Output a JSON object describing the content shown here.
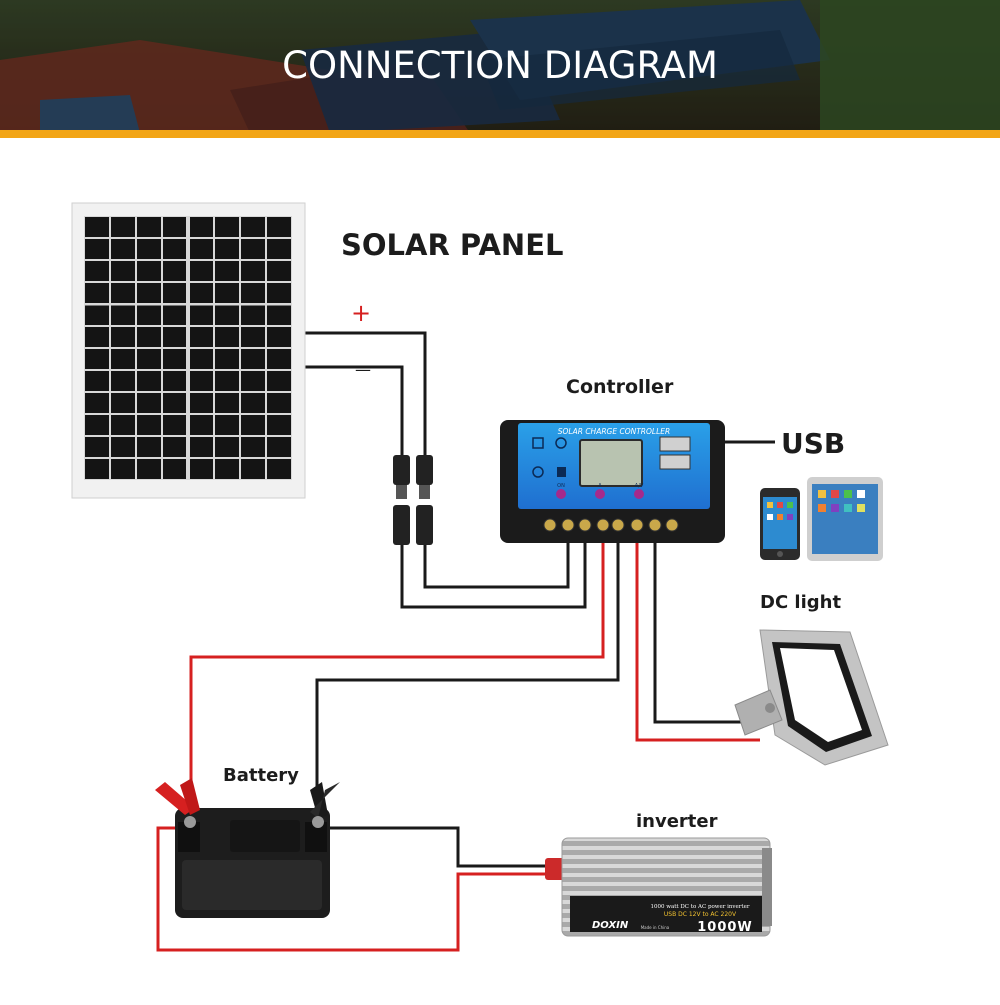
{
  "header": {
    "title": "CONNECTION  DIAGRAM",
    "accent_color": "#f2a516"
  },
  "labels": {
    "solar_panel": "SOLAR  PANEL",
    "plus": "+",
    "minus": "—",
    "controller": "Controller",
    "usb": "USB",
    "dc_light": "DC light",
    "battery": "Battery",
    "inverter": "inverter"
  },
  "controller_panel": {
    "heading": "SOLAR CHARGE CONTROLLER",
    "button_1": "ON",
    "button_2": "A",
    "button_3": "A/V"
  },
  "inverter_device": {
    "brand": "DOXIN",
    "line1": "1000 watt DC to AC power inverter",
    "line2": "USB DC 12V to AC 220V",
    "line3": "Made in China",
    "rating": "1000W"
  },
  "wire_colors": {
    "positive": "#d62020",
    "negative": "#1a1a1a"
  }
}
